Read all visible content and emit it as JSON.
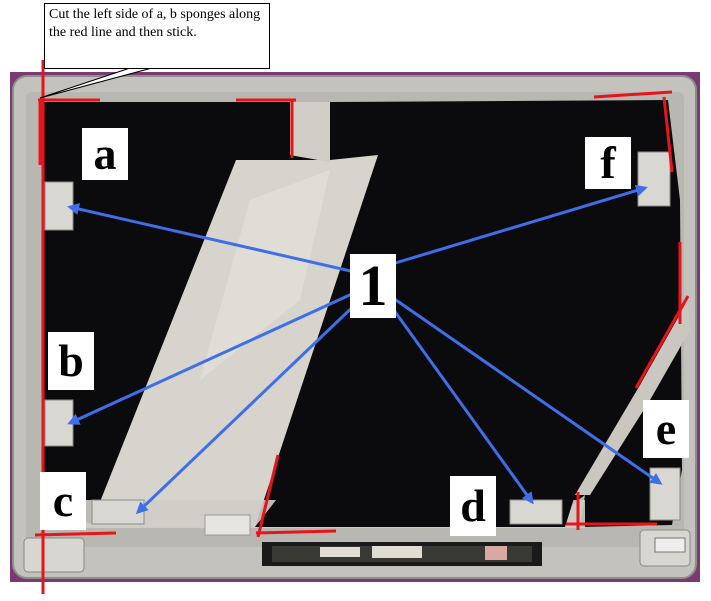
{
  "callout": {
    "text": "Cut the left side of a, b sponges along the red line and then stick."
  },
  "labels": {
    "a": "a",
    "b": "b",
    "c": "c",
    "d": "d",
    "e": "e",
    "f": "f",
    "one": "1"
  },
  "colors": {
    "cover_frame": "#c4c2bd",
    "black_foam": "#0b0b0d",
    "aluminum_foil": "#d6d4cd",
    "red_marker": "#e8141c",
    "blue_arrow": "#3f6ee8",
    "background_purple": "#7a3a75"
  }
}
